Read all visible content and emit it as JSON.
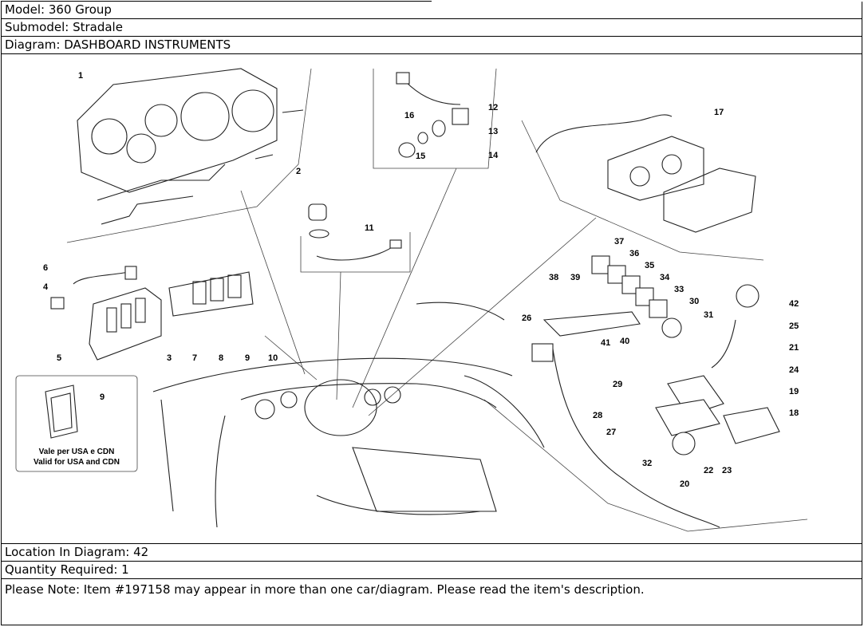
{
  "header": {
    "model": "Model: 360 Group",
    "submodel": "Submodel: Stradale",
    "diagram": "Diagram: DASHBOARD INSTRUMENTS"
  },
  "callouts": [
    "1",
    "2",
    "3",
    "4",
    "5",
    "6",
    "7",
    "8",
    "9",
    "10",
    "11",
    "12",
    "13",
    "14",
    "15",
    "16",
    "17",
    "18",
    "19",
    "20",
    "21",
    "22",
    "23",
    "24",
    "25",
    "26",
    "27",
    "28",
    "29",
    "30",
    "31",
    "32",
    "33",
    "34",
    "35",
    "36",
    "37",
    "38",
    "39",
    "40",
    "41",
    "42"
  ],
  "inset": {
    "part": "9",
    "note_it": "Vale per USA e CDN",
    "note_en": "Valid for USA and CDN"
  },
  "footer": {
    "location": "Location In Diagram: 42",
    "quantity": "Quantity Required: 1",
    "note": "Please Note: Item #197158 may appear in more than one car/diagram. Please read the item's description."
  }
}
